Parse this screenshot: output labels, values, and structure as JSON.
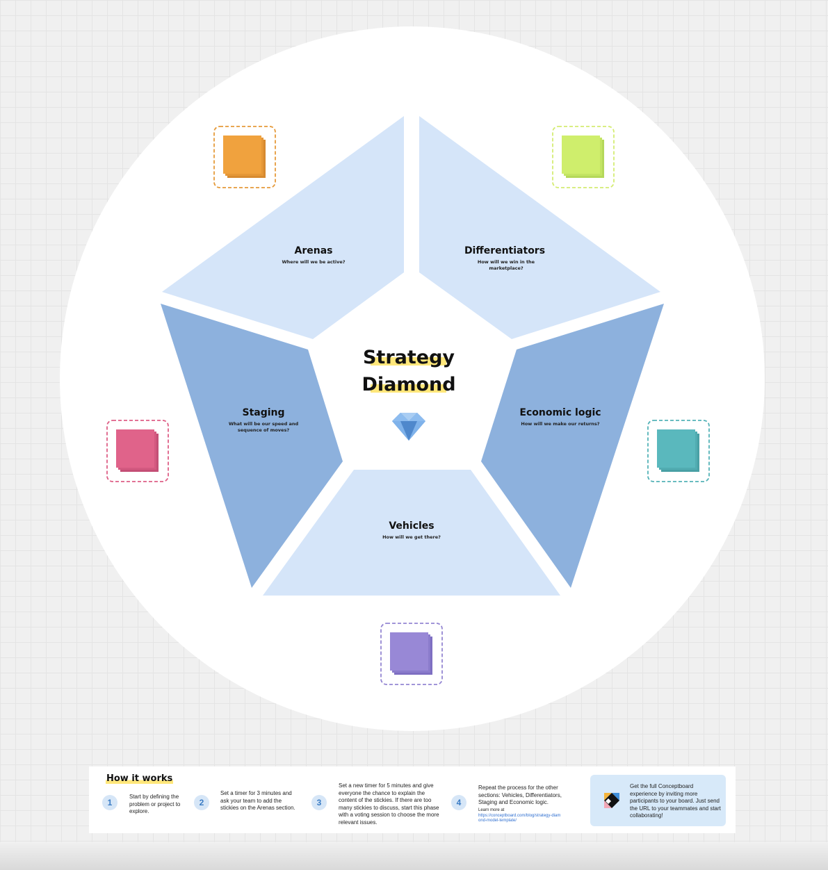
{
  "title": "Strategy\nDiamond",
  "sections": [
    {
      "id": "arenas",
      "title": "Arenas",
      "subtitle": "Where will we be active?"
    },
    {
      "id": "differentiators",
      "title": "Differentiators",
      "subtitle": "How will we win in the\nmarketplace?"
    },
    {
      "id": "staging",
      "title": "Staging",
      "subtitle": "What will be our speed and\nsequence of moves?"
    },
    {
      "id": "economic",
      "title": "Economic logic",
      "subtitle": "How will we make our returns?"
    },
    {
      "id": "vehicles",
      "title": "Vehicles",
      "subtitle": "How will we get there?"
    }
  ],
  "stickies": [
    {
      "name": "orange-sticky-stack",
      "color": "#f0a23e",
      "border": "#e59a3a"
    },
    {
      "name": "green-sticky-stack",
      "color": "#cfee6c",
      "border": "#d4ec72"
    },
    {
      "name": "pink-sticky-stack",
      "color": "#e0638a",
      "border": "#de5f86"
    },
    {
      "name": "teal-sticky-stack",
      "color": "#5ab8bd",
      "border": "#54b2b7"
    },
    {
      "name": "purple-sticky-stack",
      "color": "#9888d6",
      "border": "#9486d2"
    }
  ],
  "colors": {
    "light_section": "#d5e5f9",
    "dark_section": "#8db1dd",
    "circle": "#ffffff",
    "highlight": "#ffe77a"
  },
  "how_it_works": {
    "title": "How it works",
    "steps": [
      {
        "num": "1",
        "text": "Start by defining the problem or project to explore."
      },
      {
        "num": "2",
        "text": "Set a timer for 3 minutes and ask your team to add the stickies on the Arenas section."
      },
      {
        "num": "3",
        "text": "Set a new timer for 5 minutes and give everyone the chance to explain the content of the stickies. If there are too many stickies to discuss, start this phase with a voting session to choose the more relevant issues."
      },
      {
        "num": "4",
        "text": "Repeat the process for the other sections: Vehicles, Differentiators, Staging and Economic logic.",
        "learn_label": "Learn more at",
        "learn_url": "https://conceptboard.com/blog/strategy-diamond-model-template/"
      }
    ],
    "cta": "Get the full Conceptboard experience by inviting more participants to your board. Just send the URL to your teammates and start collaborating!"
  }
}
